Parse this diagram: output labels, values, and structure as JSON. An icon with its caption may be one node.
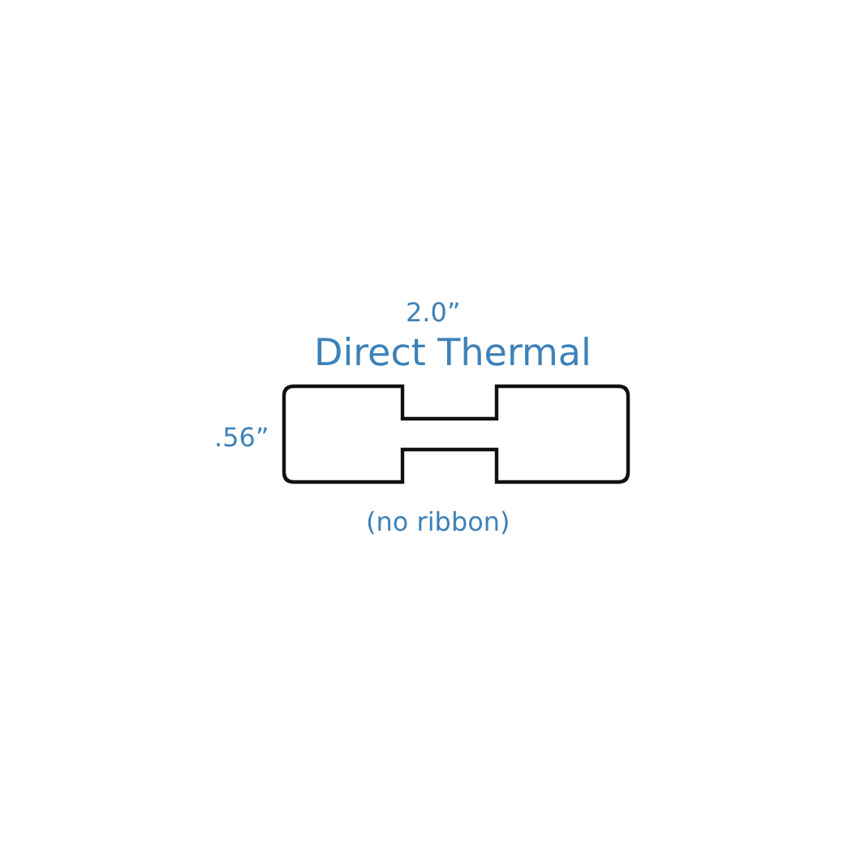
{
  "diagram": {
    "labels": [
      "2.0”",
      "Direct Thermal",
      ".56”",
      "(no ribbon)"
    ]
  }
}
